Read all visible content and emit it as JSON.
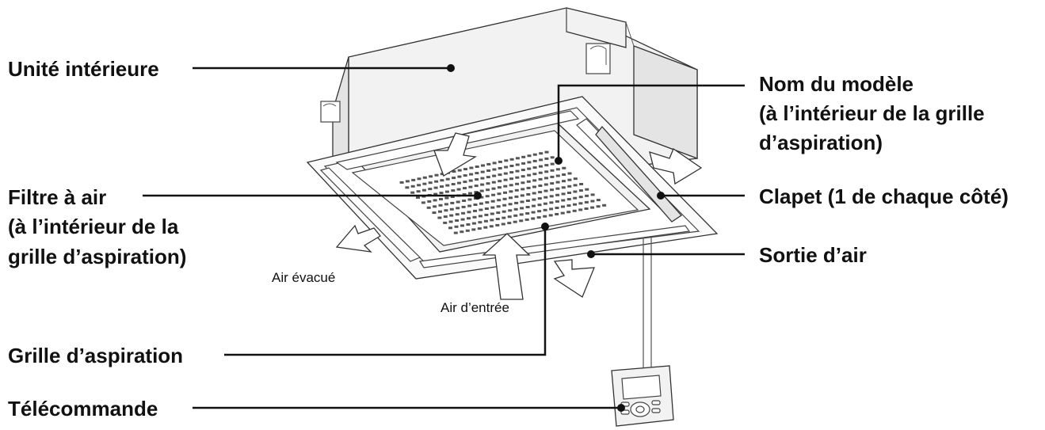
{
  "labels": {
    "indoor_unit": "Unité intérieure",
    "model_name_1": "Nom du modèle",
    "model_name_2": "(à l’intérieur de la grille",
    "model_name_3": "d’aspiration)",
    "air_filter_1": "Filtre à air",
    "air_filter_2": "(à l’intérieur de la",
    "air_filter_3": "grille d’aspiration)",
    "flap": "Clapet (1 de chaque côté)",
    "air_outlet": "Sortie d’air",
    "air_discharged": "Air évacué",
    "air_intake": "Air d’entrée",
    "suction_grille": "Grille d’aspiration",
    "remote_control": "Télécommande"
  },
  "colors": {
    "text": "#111111",
    "line": "#111111",
    "background": "#ffffff"
  }
}
